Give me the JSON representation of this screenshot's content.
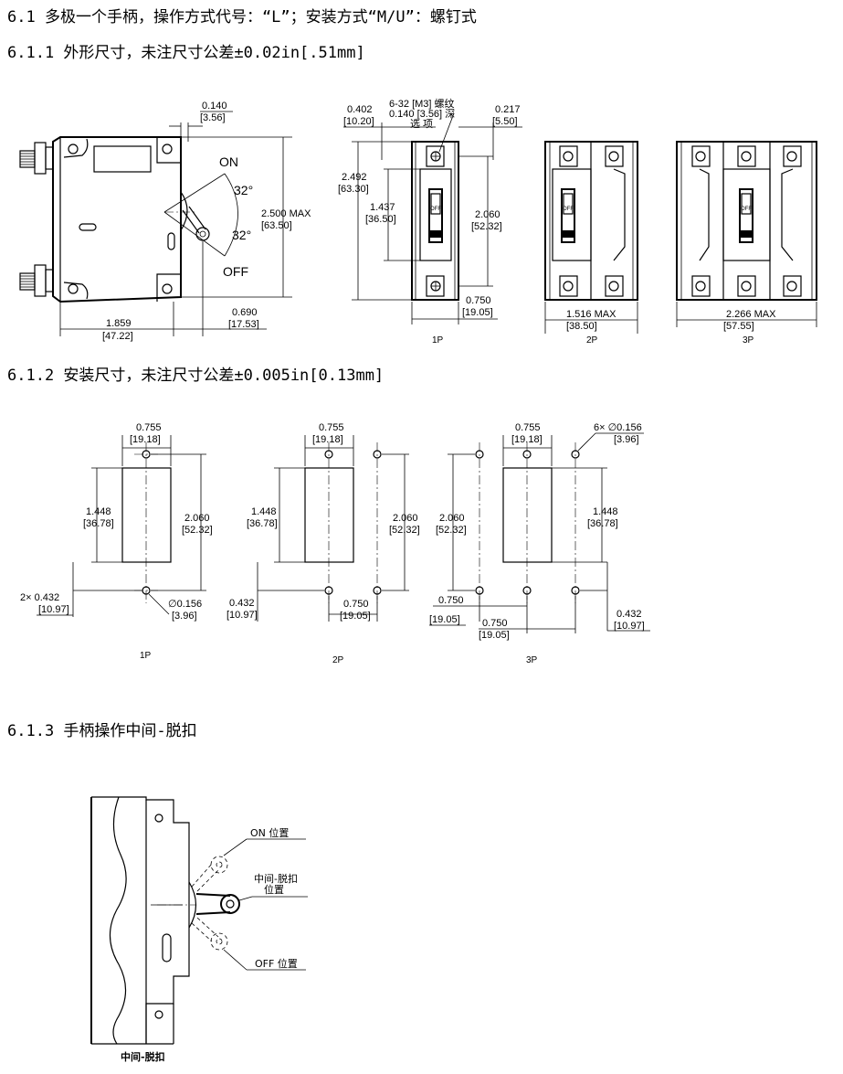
{
  "headings": {
    "h1": "6.1 多极一个手柄，操作方式代号：“L”；安装方式“M/U”：螺钉式",
    "h2": "6.1.1 外形尺寸，未注尺寸公差±0.02in[.51mm]",
    "h3": "6.1.2 安装尺寸，未注尺寸公差±0.005in[0.13mm]",
    "h4": "6.1.3  手柄操作中间-脱扣"
  },
  "outline": {
    "side": {
      "d_0140": "0.140",
      "m_356": "[3.56]",
      "on": "ON",
      "off": "OFF",
      "angle1": "32°",
      "angle2": "32°",
      "d_2500": "2.500 MAX",
      "m_6350": "[63.50]",
      "d_1859": "1.859",
      "m_4722": "[47.22]",
      "d_0690": "0.690",
      "m_1753": "[17.53]"
    },
    "front1p": {
      "d_0402": "0.402",
      "m_1020": "[10.20]",
      "note1": "6-32 [M3] 螺纹",
      "note2": "0.140 [3.56] 深",
      "note3": "选 项",
      "d_0217": "0.217",
      "m_550": "[5.50]",
      "d_2492": "2.492",
      "m_6330": "[63.30]",
      "d_1437": "1.437",
      "m_3650": "[36.50]",
      "d_2060": "2.060",
      "m_5232": "[52.32]",
      "d_0750": "0.750",
      "m_1905": "[19.05]",
      "off": "OFF",
      "caption": "1P"
    },
    "front2p": {
      "d_1516": "1.516 MAX",
      "m_3850": "[38.50]",
      "off": "OFF",
      "caption": "2P"
    },
    "front3p": {
      "d_2266": "2.266 MAX",
      "m_5757": "[57.55]",
      "off": "OFF",
      "caption": "3P"
    }
  },
  "mounting": {
    "p1": {
      "d_0755": "0.755",
      "m_1918": "[19.18]",
      "d_1448": "1.448",
      "m_3678": "[36.78]",
      "d_2060": "2.060",
      "m_5232": "[52.32]",
      "d_0432": "2× 0.432",
      "m_1097": "[10.97]",
      "d_0156": "∅0.156",
      "m_396": "[3.96]",
      "caption": "1P"
    },
    "p2": {
      "d_0755": "0.755",
      "m_1918": "[19.18]",
      "d_1448": "1.448",
      "m_3678": "[36.78]",
      "d_2060": "2.060",
      "m_5232": "[52.32]",
      "d_0432": "0.432",
      "m_1097": "[10.97]",
      "d_0750": "0.750",
      "m_1905": "[19.05]",
      "caption": "2P"
    },
    "p3": {
      "d_0755": "0.755",
      "m_1918": "[19.18]",
      "d_0156": "6× ∅0.156",
      "m_396": "[3.96]",
      "d_2060": "2.060",
      "m_5232": "[52.32]",
      "d_1448": "1.448",
      "m_3678": "[36.78]",
      "d_0750a": "0.750",
      "m_1905a": "[19.05]",
      "d_0750b": "0.750",
      "m_1905b": "[19.05]",
      "d_0432": "0.432",
      "m_1097": "[10.97]",
      "caption": "3P"
    }
  },
  "handle": {
    "on": "ON 位置",
    "mid1": "中间-脱扣",
    "mid2": "位置",
    "off": "OFF 位置",
    "caption": "中间-脱扣"
  }
}
